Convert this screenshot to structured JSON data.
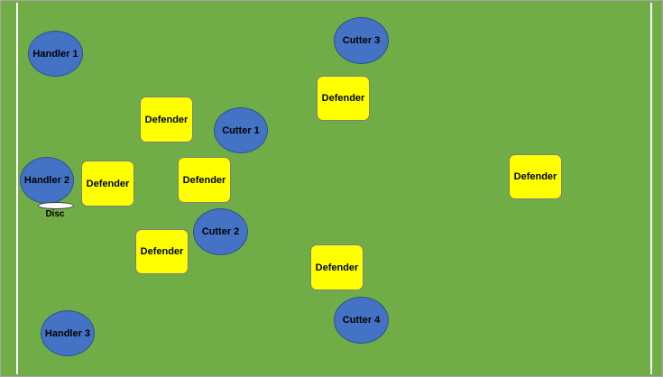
{
  "colors": {
    "field": "#70ad47",
    "offense": "#4472c4",
    "defense": "#ffff00",
    "lines": "#ffffff"
  },
  "players": {
    "handler1": "Handler 1",
    "handler2": "Handler 2",
    "handler3": "Handler 3",
    "cutter1": "Cutter 1",
    "cutter2": "Cutter 2",
    "cutter3": "Cutter 3",
    "cutter4": "Cutter 4"
  },
  "defenders": {
    "d1": "Defender",
    "d2": "Defender",
    "d3": "Defender",
    "d4": "Defender",
    "d5": "Defender",
    "d6": "Defender",
    "d7": "Defender"
  },
  "disc": {
    "label": "Disc"
  }
}
